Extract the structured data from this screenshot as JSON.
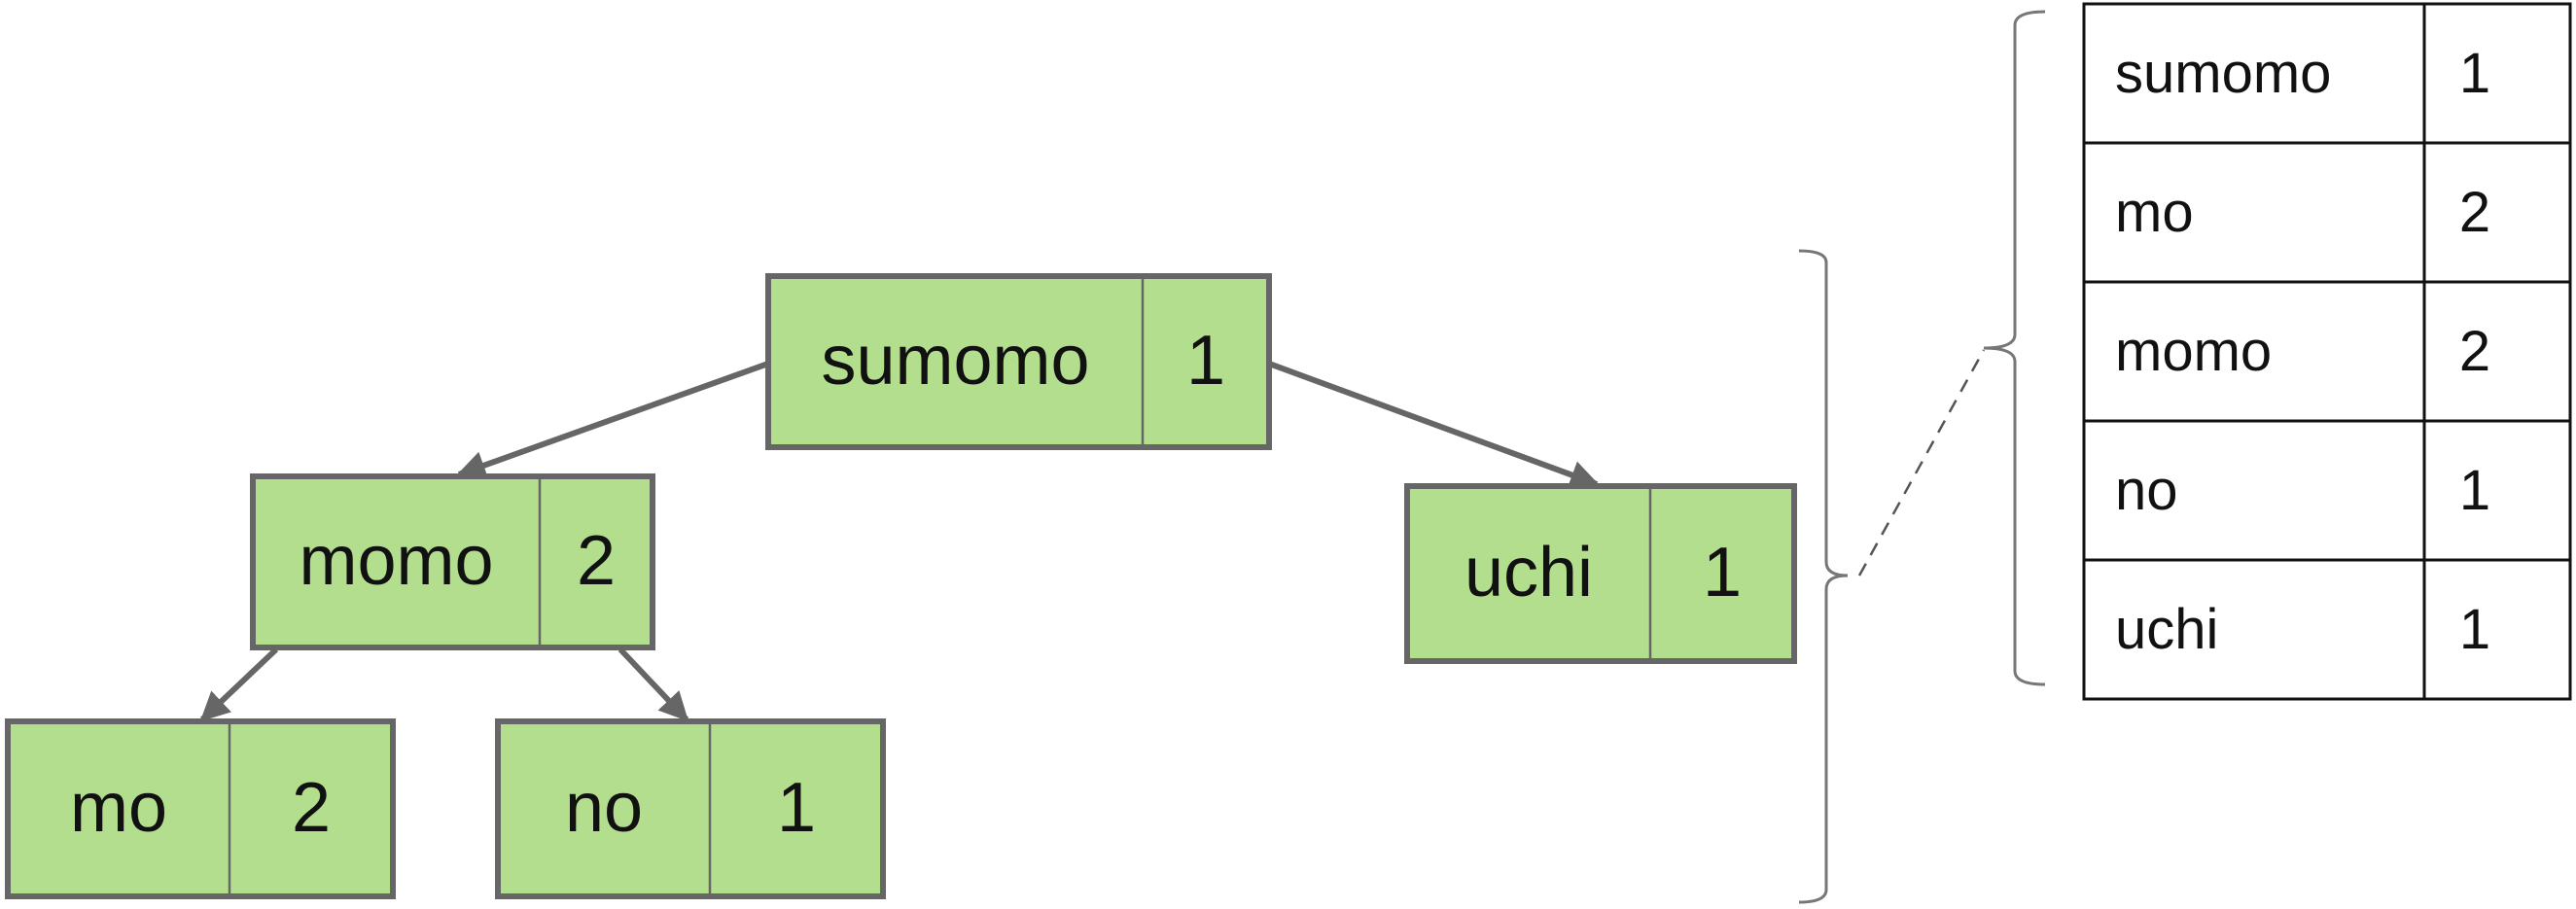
{
  "tree": {
    "nodes": [
      {
        "id": "sumomo",
        "key": "sumomo",
        "count": "1"
      },
      {
        "id": "momo",
        "key": "momo",
        "count": "2"
      },
      {
        "id": "uchi",
        "key": "uchi",
        "count": "1"
      },
      {
        "id": "mo",
        "key": "mo",
        "count": "2"
      },
      {
        "id": "no",
        "key": "no",
        "count": "1"
      }
    ],
    "edges": [
      {
        "from": "sumomo",
        "to": "momo"
      },
      {
        "from": "sumomo",
        "to": "uchi"
      },
      {
        "from": "momo",
        "to": "mo"
      },
      {
        "from": "momo",
        "to": "no"
      }
    ]
  },
  "table": {
    "rows": [
      {
        "key": "sumomo",
        "count": "1"
      },
      {
        "key": "mo",
        "count": "2"
      },
      {
        "key": "momo",
        "count": "2"
      },
      {
        "key": "no",
        "count": "1"
      },
      {
        "key": "uchi",
        "count": "1"
      }
    ]
  },
  "colors": {
    "node_fill": "#b3de8e",
    "node_border": "#666666",
    "edge": "#666666"
  }
}
